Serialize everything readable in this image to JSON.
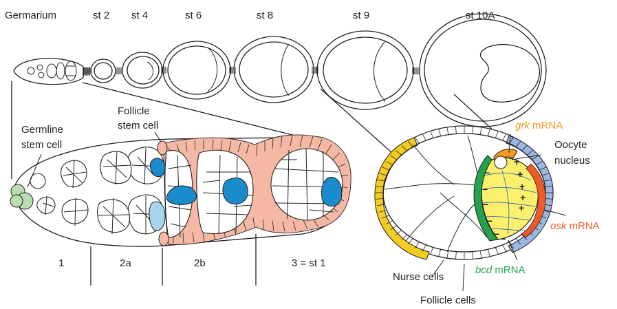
{
  "stages": {
    "germarium": "Germarium",
    "st2": "st 2",
    "st4": "st 4",
    "st6": "st 6",
    "st8": "st 8",
    "st9": "st 9",
    "st10a": "st 10A"
  },
  "regions": {
    "r1": "1",
    "r2a": "2a",
    "r2b": "2b",
    "r3": "3 = st 1"
  },
  "cells": {
    "germline_1": "Germline",
    "germline_2": "stem cell",
    "follicle_1": "Follicle",
    "follicle_2": "stem cell",
    "oocyte_1": "Oocyte",
    "oocyte_2": "nucleus",
    "nurse": "Nurse cells",
    "follicle_cells": "Follicle cells"
  },
  "mrna": {
    "grk_gene": "grk",
    "suffix_grk": " mRNA",
    "osk_gene": "osk",
    "suffix_osk": " mRNA",
    "bcd_gene": "bcd",
    "suffix_bcd": " mRNA"
  },
  "colors": {
    "germline_stem_cell": "#b9dcb0",
    "follicle": "#f4b8a4",
    "oocyte_nucleus": "#1a8ccc",
    "grk": "#f29a1e",
    "osk": "#ee5a28",
    "bcd": "#22a24a",
    "oocyte_cytoplasm": "#fcef6b",
    "anterior_follicle": "#f3cc22",
    "posterior_follicle": "#9cb7e0"
  }
}
